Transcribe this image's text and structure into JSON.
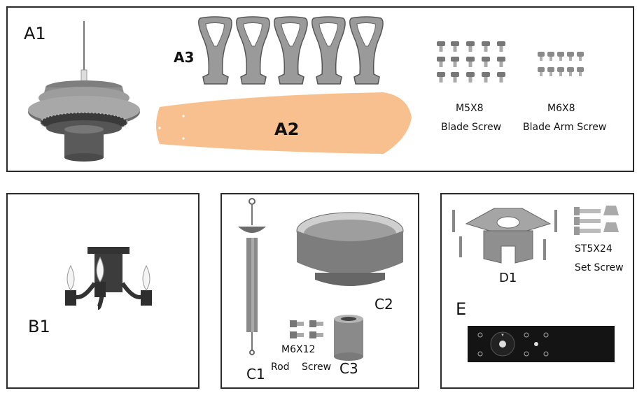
{
  "panel_a": {
    "a1_label": "A1",
    "a2_label": "A2",
    "a3_label": "A3",
    "m5_size": "M5X8",
    "m5_desc": "Blade Screw",
    "m6_size": "M6X8",
    "m6_desc": "Blade Arm Screw"
  },
  "panel_b": {
    "b1_label": "B1"
  },
  "panel_c": {
    "c1_label": "C1",
    "c2_label": "C2",
    "c3_label": "C3",
    "m6x12_size": "M6X12",
    "rod_label": "Rod",
    "screw_label": "Screw"
  },
  "panel_d": {
    "d1_label": "D1",
    "st_size": "ST5X24",
    "st_desc": "Set Screw",
    "e_label": "E"
  },
  "colors": {
    "blade": "#f8c08e",
    "metal": "#8a8a8a",
    "metal_dark": "#4a4a4a",
    "remote": "#141414"
  },
  "icons": [
    "fan-motor-icon",
    "blade-icon",
    "blade-arm-icon",
    "screw-icon",
    "light-kit-icon",
    "downrod-icon",
    "canopy-icon",
    "coupling-icon",
    "mounting-bracket-icon",
    "remote-control-icon"
  ]
}
